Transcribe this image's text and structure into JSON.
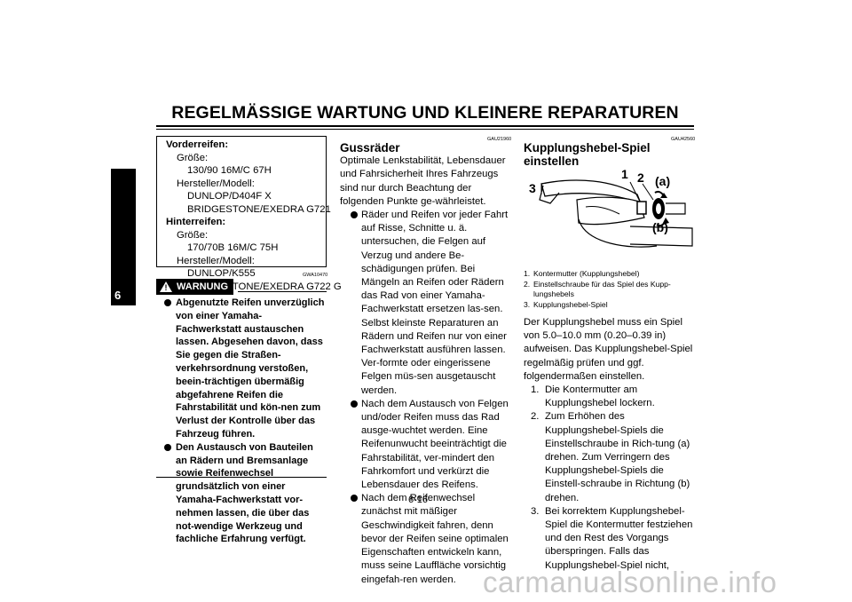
{
  "header": {
    "title": "REGELMÄSSIGE WARTUNG UND KLEINERE REPARATUREN"
  },
  "chapter_tab": "6",
  "spec_box": {
    "front_label": "Vorderreifen:",
    "front_size_label": "Größe:",
    "front_size": "130/90 16M/C 67H",
    "front_maker_label": "Hersteller/Modell:",
    "front_model_1": "DUNLOP/D404F X",
    "front_model_2": "BRIDGESTONE/EXEDRA G721",
    "rear_label": "Hinterreifen:",
    "rear_size_label": "Größe:",
    "rear_size": "170/70B 16M/C 75H",
    "rear_maker_label": "Hersteller/Modell:",
    "rear_model_1": "DUNLOP/K555",
    "rear_model_2": "BRIDGESTONE/EXEDRA G722 G"
  },
  "warning": {
    "code": "GWA10470",
    "label": "WARNUNG",
    "items": [
      "Abgenutzte Reifen unverzüglich von einer Yamaha-Fachwerkstatt austauschen lassen. Abgesehen davon, dass Sie gegen die Straßen-verkehrsordnung verstoßen, beein-trächtigen übermäßig abgefahrene Reifen die Fahrstabilität und kön-nen zum Verlust der Kontrolle über das Fahrzeug führen.",
      "Den Austausch von Bauteilen an Rädern und Bremsanlage sowie Reifenwechsel grundsätzlich von einer Yamaha-Fachwerkstatt vor-nehmen lassen, die über das not-wendige Werkzeug und fachliche Erfahrung verfügt."
    ]
  },
  "wheels": {
    "code": "GAU21960",
    "title": "Gussräder",
    "intro": "Optimale Lenkstabilität, Lebensdauer und Fahrsicherheit Ihres Fahrzeugs sind nur durch Beachtung der folgenden Punkte ge-währleistet.",
    "items": [
      "Räder und Reifen vor jeder Fahrt auf Risse, Schnitte u. ä. untersuchen, die Felgen auf Verzug und andere Be-schädigungen prüfen. Bei Mängeln an Reifen oder Rädern das Rad von einer Yamaha-Fachwerkstatt ersetzen las-sen. Selbst kleinste Reparaturen an Rädern und Reifen nur von einer Fachwerkstatt ausführen lassen. Ver-formte oder eingerissene Felgen müs-sen ausgetauscht werden.",
      "Nach dem Austausch von Felgen und/oder Reifen muss das Rad ausge-wuchtet werden. Eine Reifenunwucht beeinträchtigt die Fahrstabilität, ver-mindert den Fahrkomfort und verkürzt die Lebensdauer des Reifens.",
      "Nach dem Reifenwechsel zunächst mit mäßiger Geschwindigkeit fahren, denn bevor der Reifen seine optimalen Eigenschaften entwickeln kann, muss seine Lauffläche vorsichtig eingefah-ren werden."
    ]
  },
  "clutch": {
    "code": "GAU42560",
    "title": "Kupplungshebel-Spiel einstellen",
    "figure_labels": {
      "n1": "1",
      "n2": "2",
      "n3": "3",
      "a": "(a)",
      "b": "(b)"
    },
    "legend": [
      {
        "num": "1.",
        "text": "Kontermutter (Kupplungshebel)"
      },
      {
        "num": "2.",
        "text": "Einstellschraube für das Spiel des Kupp-lungshebels"
      },
      {
        "num": "3.",
        "text": "Kupplungshebel-Spiel"
      }
    ],
    "intro": "Der Kupplungshebel muss ein Spiel von 5.0–10.0 mm (0.20–0.39 in) aufweisen. Das Kupplungshebel-Spiel regelmäßig prüfen und ggf. folgendermaßen einstellen.",
    "steps": [
      {
        "num": "1.",
        "text": "Die Kontermutter am Kupplungshebel lockern."
      },
      {
        "num": "2.",
        "text": "Zum Erhöhen des Kupplungshebel-Spiels die Einstellschraube in Rich-tung (a) drehen. Zum Verringern des Kupplungshebel-Spiels die Einstell-schraube in Richtung (b) drehen."
      },
      {
        "num": "3.",
        "text": "Bei korrektem Kupplungshebel-Spiel die Kontermutter festziehen und den Rest des Vorgangs überspringen. Falls das Kupplungshebel-Spiel nicht,"
      }
    ]
  },
  "footer": {
    "page": "6-16"
  },
  "watermark": "carmanualsonline.info"
}
